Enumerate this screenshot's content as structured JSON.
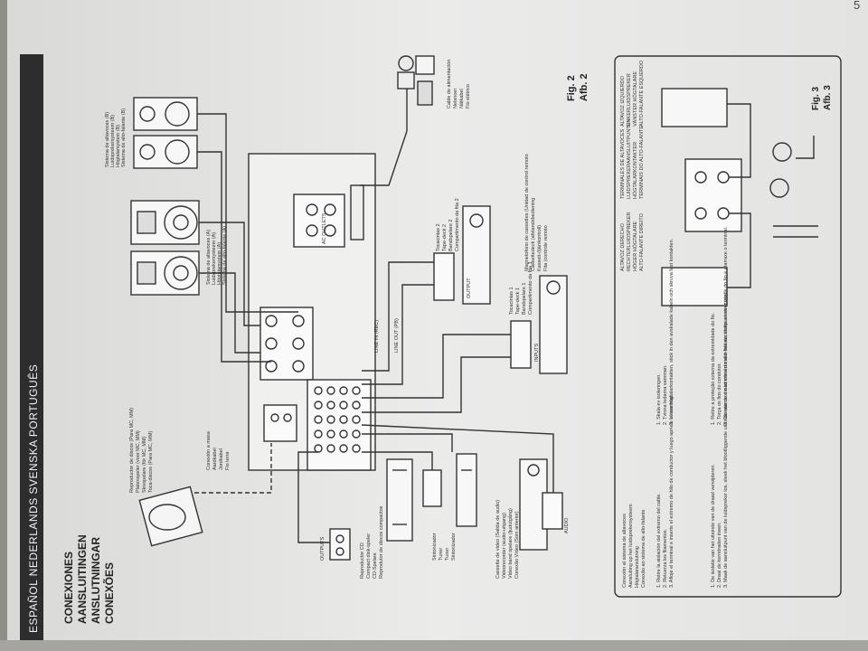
{
  "header": {
    "languages": "ESPAÑOL   NEDERLANDS   SVENSKA   PORTUGUÊS",
    "titles": [
      "CONEXIONES",
      "AANSLUITINGEN",
      "ANSLUTNINGAR",
      "CONEXÕES"
    ]
  },
  "page_number": "5",
  "fig2": {
    "label": "Fig. 2",
    "label2": "Afb. 2"
  },
  "fig3": {
    "label": "Fig. 3",
    "label2": "Afb. 3"
  },
  "labels": {
    "turntable": [
      "Reproductor de discos (Para MC, MM)",
      "Platenspeler (voor MC, MM)",
      "Skivspelare (för MC, MM)",
      "Toca-discos (Para MC, MM)"
    ],
    "ground": [
      "Conexión a masa",
      "Aardkabel",
      "Jordkabel",
      "Fio terra"
    ],
    "cd": [
      "Reproductor CD",
      "Compact disk-speler",
      "CD-Spelare",
      "Reprodutor de discos compactos"
    ],
    "tuner": [
      "Sintonizador",
      "Tuner",
      "Tuner",
      "Sintonizador"
    ],
    "video": [
      "Cassette de video (Salida de audio)",
      "Videorecorder (audio-uitgang)",
      "Video band spelare (ljudutgång)",
      "Conexão Vídeo (Som anterior)"
    ],
    "tape1": [
      "Tocacintas 1",
      "Tape-deck 1",
      "Bandspelare 1",
      "Compartimento da fita 1"
    ],
    "tape2": [
      "Tocacintas 2",
      "Tape-deck 2",
      "Bandspelare 2",
      "Compartimento da fita 2"
    ],
    "tape_control": [
      "Magnetofono de cassettes (Unidad de control remoto",
      "Cassettedeck (afstandsbediening",
      "Kassett-(fjärrkontroll)",
      "Fita (controle remoto"
    ],
    "speakers_b": [
      "Sistema de altavoces (B)",
      "Luidsprekersysteem (B)",
      "Högtalarsystem (B)",
      "Sistema de alto-falante (B)"
    ],
    "speakers_a": [
      "Sistema de altavoces (A)",
      "Luidsprekersysteem (A)",
      "Högtalarsystem (A)",
      "Sistema de alto-falante (A)"
    ],
    "power": [
      "Cable de alimentación",
      "Netsnoer",
      "Nätkabel",
      "Fio elétrico"
    ],
    "line_in_rec": "LINE IN (REC)",
    "line_out_pb": "LINE OUT (PB)",
    "outputs": "OUTPUTS",
    "output": "OUTPUT",
    "inputs": "INPUTS",
    "audio": "AUDIO",
    "ac_outlets": "AC OUTLETS"
  },
  "fig3_text": {
    "heading": [
      "Conexión al sistema de altavoces",
      "Aansluiting op het luidsprekersysteem",
      "Högtalaranslutning",
      "Conexão ao sistema de alto-falante"
    ],
    "col1": [
      "1.  Retire la aislación del extremo del cable.",
      "2.  Retuerza los filamentos.",
      "3.  Afloje el terminal e inserte el extremo de hilo de conductor y luego apriete el terminal."
    ],
    "col2": [
      "1.  De isolatie van het uiteinde van de draad verwijderen.",
      "2.  Draai de kerndraden ineen.",
      "3.  Maak de aansluitpunt van de luidspreker los, steek het blootliggende uiteinde van de draad erin en maak het aansluitpunt weer vast."
    ],
    "col3": [
      "1.  Skala ev isoleringen.",
      "2.  Tvinna ledarna samman.",
      "3.  Lossa högtalarkontakten, stick in den avskalade kabeln och skruva fast kontakten."
    ],
    "col4": [
      "1.  Retire a proteção externa da extremidade do fio.",
      "2.  Torça os fios do condutor.",
      "3.  Desatarraxe o terminal do alto-falante, insira a extremidade do fio e atarraxe o terminal."
    ],
    "right_spk": [
      "ALTAVOZ DERECHO",
      "RECHTERLUIDSPREKER",
      "HÖGER HÖGTALARE",
      "ALTO-FALANTE DIREITO"
    ],
    "term": [
      "TERMINALES DE ALTAVOCES",
      "LUIDSPREKERAANSLUITPUNTEN",
      "HÖGTALARKONTAKTER",
      "TERMINAIS DO ALTO-FALANTE"
    ],
    "left_spk": [
      "ALTAVOZ IZQUIERDO",
      "LINKERLUIDSPREKER",
      "VÄNSTER HÖGTALARE",
      "ALTO-FALANTE ESQUERDO"
    ]
  }
}
